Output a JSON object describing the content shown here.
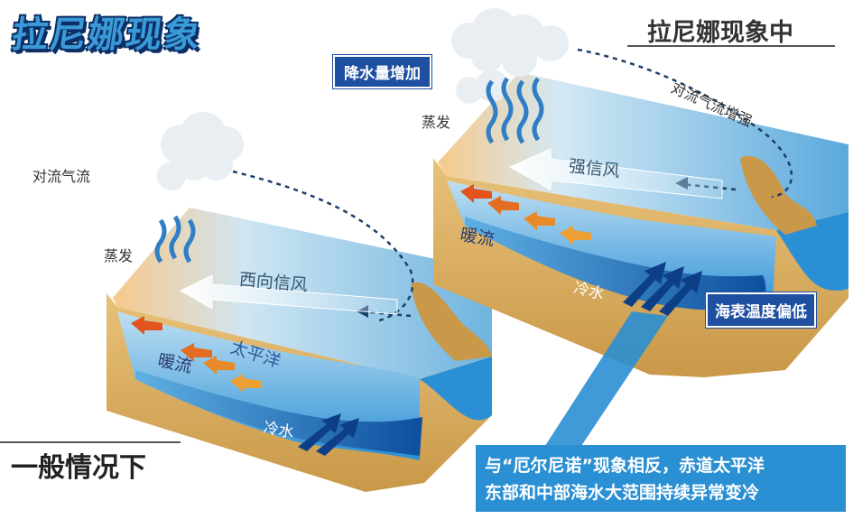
{
  "title": "拉尼娜现象",
  "subtitle": "拉尼娜现象中",
  "normal_caption": "一般情况下",
  "left_panel": {
    "convection": "对流气流",
    "evaporation": "蒸发",
    "wind": "西向信风",
    "ocean": "太平洋",
    "warm_current": "暖流",
    "cold_water": "冷水"
  },
  "right_panel": {
    "rainfall": "降水量增加",
    "evaporation": "蒸发",
    "convection": "对流气流增强",
    "wind": "强信风",
    "warm_current": "暖流",
    "cold_water": "冷水",
    "sst_label": "海表温度偏低"
  },
  "note": {
    "line1": "与“厄尔尼诺”现象相反，赤道太平洋",
    "line2": "东部和中部海水大范围持续异常变冷"
  },
  "colors": {
    "ocean_blue": "#2b8fd6",
    "deep_blue": "#0d4f9e",
    "land_tan": "#d9b062",
    "warm_arrow": "#e2541c",
    "label_box": "#1f4fa0",
    "note_box": "#2a8fd3"
  }
}
